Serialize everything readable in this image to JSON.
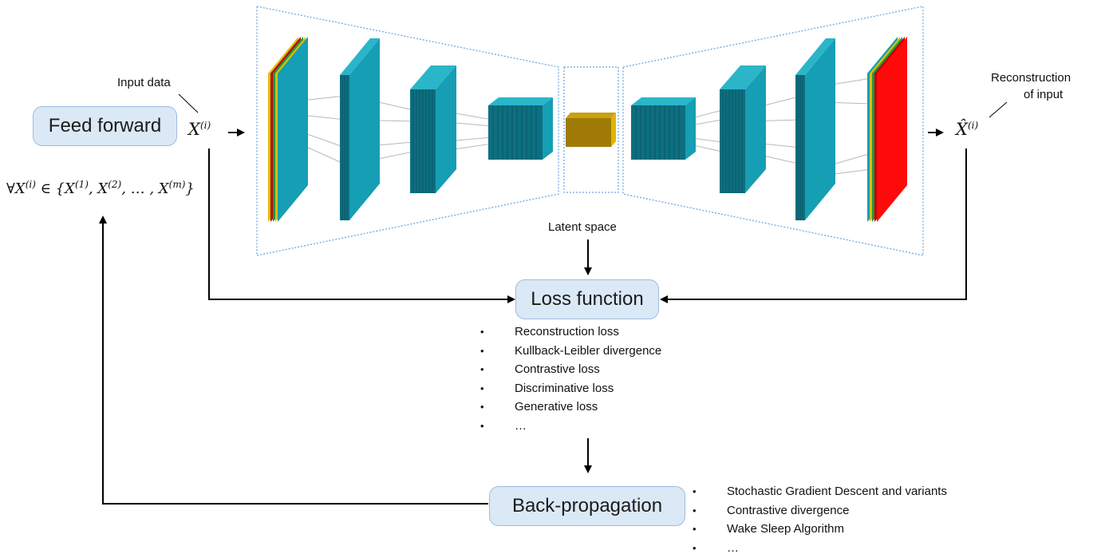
{
  "labels": {
    "input_data": "Input data",
    "reconstruction_line1": "Reconstruction",
    "reconstruction_line2": "of input",
    "latent_space": "Latent space"
  },
  "math": {
    "x_i": "X",
    "x_i_sup": "(i)",
    "x_hat_i": "X̂",
    "x_hat_i_sup": "(i)",
    "forall_set": "∀X",
    "forall_set_sup": "(i)",
    "forall_set_rest": "∈ {X",
    "set_sup_1": "(1)",
    "set_mid_1": ", X",
    "set_sup_2": "(2)",
    "set_mid_2": ", … , X",
    "set_sup_m": "(m)",
    "set_end": "}"
  },
  "boxes": {
    "feed_forward": "Feed forward",
    "loss_function": "Loss function",
    "back_propagation": "Back-propagation"
  },
  "loss_terms": [
    "Reconstruction loss",
    "Kullback-Leibler divergence",
    "Contrastive loss",
    "Discriminative loss",
    "Generative loss",
    "…"
  ],
  "optimizers": [
    "Stochastic Gradient Descent and variants",
    "Contrastive divergence",
    "Wake Sleep Algorithm",
    "…"
  ],
  "colors": {
    "layer_face": "#169eb4",
    "layer_side": "#0d6f80",
    "layer_top": "#2bb5c9",
    "latent_face": "#a07a06",
    "latent_top": "#c9a010",
    "output_face": "#ff0a0a",
    "frame_dotted": "#6fa8dc",
    "box_fill": "#dbe8f6",
    "box_border": "#9dbce0"
  }
}
